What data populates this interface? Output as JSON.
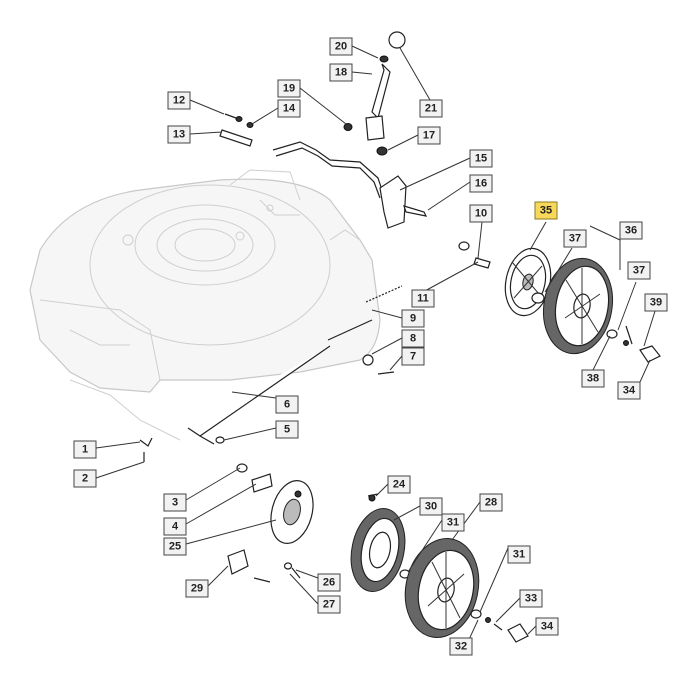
{
  "callouts": [
    {
      "label": "20",
      "highlight": false
    },
    {
      "label": "18",
      "highlight": false
    },
    {
      "label": "21",
      "highlight": false
    },
    {
      "label": "19",
      "highlight": false
    },
    {
      "label": "12",
      "highlight": false
    },
    {
      "label": "14",
      "highlight": false
    },
    {
      "label": "13",
      "highlight": false
    },
    {
      "label": "17",
      "highlight": false
    },
    {
      "label": "15",
      "highlight": false
    },
    {
      "label": "16",
      "highlight": false
    },
    {
      "label": "10",
      "highlight": false
    },
    {
      "label": "35",
      "highlight": true
    },
    {
      "label": "37",
      "highlight": false
    },
    {
      "label": "36",
      "highlight": false
    },
    {
      "label": "37",
      "highlight": false
    },
    {
      "label": "39",
      "highlight": false
    },
    {
      "label": "11",
      "highlight": false
    },
    {
      "label": "9",
      "highlight": false
    },
    {
      "label": "8",
      "highlight": false
    },
    {
      "label": "7",
      "highlight": false
    },
    {
      "label": "38",
      "highlight": false
    },
    {
      "label": "34",
      "highlight": false
    },
    {
      "label": "6",
      "highlight": false
    },
    {
      "label": "5",
      "highlight": false
    },
    {
      "label": "1",
      "highlight": false
    },
    {
      "label": "2",
      "highlight": false
    },
    {
      "label": "24",
      "highlight": false
    },
    {
      "label": "30",
      "highlight": false
    },
    {
      "label": "28",
      "highlight": false
    },
    {
      "label": "3",
      "highlight": false
    },
    {
      "label": "31",
      "highlight": false
    },
    {
      "label": "4",
      "highlight": false
    },
    {
      "label": "25",
      "highlight": false
    },
    {
      "label": "31",
      "highlight": false
    },
    {
      "label": "29",
      "highlight": false
    },
    {
      "label": "26",
      "highlight": false
    },
    {
      "label": "27",
      "highlight": false
    },
    {
      "label": "33",
      "highlight": false
    },
    {
      "label": "34",
      "highlight": false
    },
    {
      "label": "32",
      "highlight": false
    }
  ],
  "colors": {
    "highlight": "#f7d85a",
    "callout_fill": "#f2f2f2",
    "line": "#222222",
    "deck": "#c8c8c8"
  }
}
